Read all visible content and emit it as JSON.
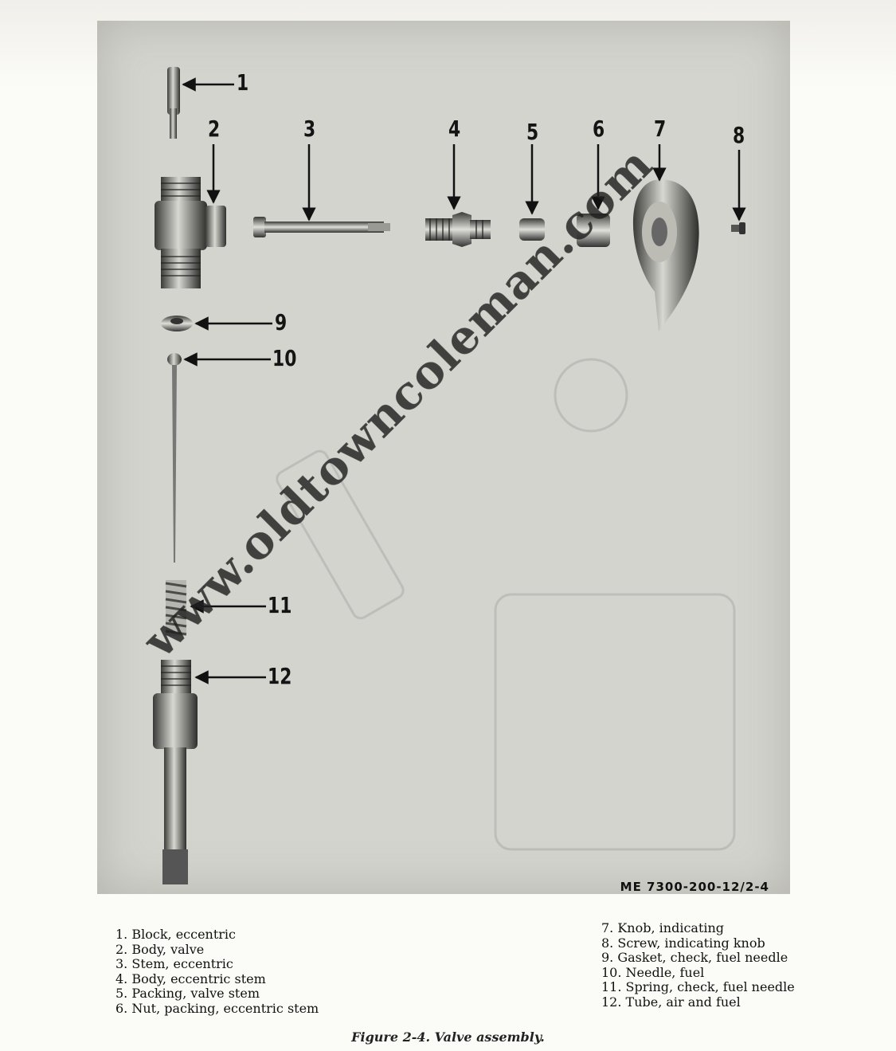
{
  "figure": {
    "callouts": [
      "1",
      "2",
      "3",
      "4",
      "5",
      "6",
      "7",
      "8",
      "9",
      "10",
      "11",
      "12"
    ],
    "code": "ME 7300-200-12/2-4",
    "legend_left": [
      "1. Block, eccentric",
      "2. Body, valve",
      "3. Stem, eccentric",
      "4. Body, eccentric stem",
      "5. Packing, valve stem",
      "6. Nut, packing, eccentric stem"
    ],
    "legend_right": [
      "7. Knob, indicating",
      "8. Screw, indicating knob",
      "9. Gasket, check, fuel needle",
      "10. Needle, fuel",
      "11. Spring, check, fuel needle",
      "12. Tube, air and fuel"
    ],
    "caption": "Figure 2-4. Valve assembly.",
    "watermark": "www.oldtowncoleman.com"
  }
}
